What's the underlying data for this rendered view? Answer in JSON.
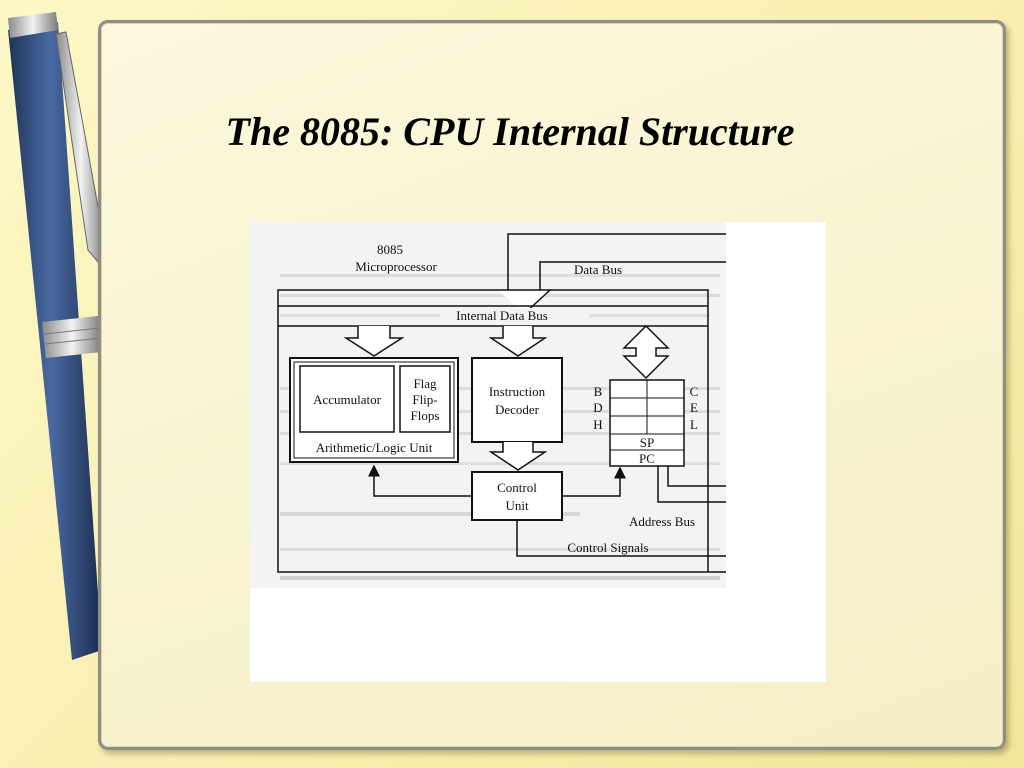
{
  "slide": {
    "title": "The 8085: CPU Internal Structure"
  },
  "diagram": {
    "chip_label_line1": "8085",
    "chip_label_line2": "Microprocessor",
    "data_bus": "Data Bus",
    "internal_data_bus": "Internal Data Bus",
    "accumulator": "Accumulator",
    "flag_line1": "Flag",
    "flag_line2": "Flip-",
    "flag_line3": "Flops",
    "alu": "Arithmetic/Logic Unit",
    "instruction_line1": "Instruction",
    "instruction_line2": "Decoder",
    "control_line1": "Control",
    "control_line2": "Unit",
    "reg_b": "B",
    "reg_c": "C",
    "reg_d": "D",
    "reg_e": "E",
    "reg_h": "H",
    "reg_l": "L",
    "reg_sp": "SP",
    "reg_pc": "PC",
    "address_bus": "Address Bus",
    "control_signals": "Control Signals"
  },
  "colors": {
    "background": "#f8efb0",
    "pen_body": "#2f4a7a",
    "line": "#111111"
  },
  "icons": {
    "decoration": "pen-icon"
  }
}
